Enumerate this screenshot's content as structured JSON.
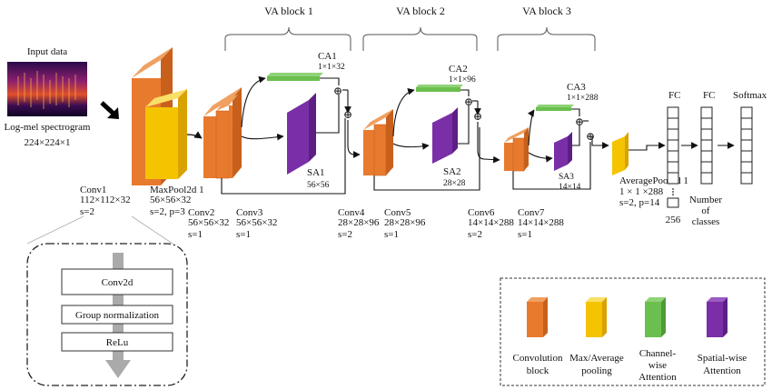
{
  "input": {
    "title": "Input data",
    "caption": "Log-mel spectrogram",
    "size": "224×224×1"
  },
  "blocks": {
    "b1": "VA block 1",
    "b2": "VA block 2",
    "b3": "VA block 3"
  },
  "layers": {
    "conv1": {
      "name": "Conv1",
      "shape": "112×112×32",
      "stride": "s=2"
    },
    "maxpool": {
      "name": "MaxPool2d 1",
      "shape": "56×56×32",
      "stride": "s=2, p=3"
    },
    "conv2": {
      "name": "Conv2",
      "shape": "56×56×32",
      "stride": "s=1"
    },
    "conv3": {
      "name": "Conv3",
      "shape": "56×56×32",
      "stride": "s=1"
    },
    "conv4": {
      "name": "Conv4",
      "shape": "28×28×96",
      "stride": "s=2"
    },
    "conv5": {
      "name": "Conv5",
      "shape": "28×28×96",
      "stride": "s=1"
    },
    "conv6": {
      "name": "Conv6",
      "shape": "14×14×288",
      "stride": "s=2"
    },
    "conv7": {
      "name": "Conv7",
      "shape": "14×14×288",
      "stride": "s=1"
    },
    "avgpool": {
      "name": "AveragePool2d 1",
      "shape": "1 × 1 ×288",
      "stride": "s=2, p=14"
    }
  },
  "attention": {
    "ca1": {
      "name": "CA1",
      "shape": "1×1×32"
    },
    "ca2": {
      "name": "CA2",
      "shape": "1×1×96"
    },
    "ca3": {
      "name": "CA3",
      "shape": "1×1×288"
    },
    "sa1": {
      "name": "SA1",
      "shape": "56×56"
    },
    "sa2": {
      "name": "SA2",
      "shape": "28×28"
    },
    "sa3": {
      "name": "SA3",
      "shape": "14×14"
    }
  },
  "plus": "⊕",
  "head": {
    "fc1": "FC",
    "fc2": "FC",
    "softmax": "Softmax",
    "fc1_size": "256",
    "number_of_classes": [
      "Number",
      "of",
      "classes"
    ]
  },
  "detail": {
    "conv2d": "Conv2d",
    "group_norm": "Group normalization",
    "relu": "ReLu"
  },
  "legend": {
    "conv": [
      "Convolution",
      "block"
    ],
    "pool": [
      "Max/Average",
      "pooling"
    ],
    "channel": [
      "Channel-",
      "wise",
      "Attention"
    ],
    "spatial": [
      "Spatial-wise",
      "Attention"
    ]
  },
  "colors": {
    "conv_front": "#E87A2E",
    "conv_side": "#C8601C",
    "conv_top": "#F0A060",
    "pool_front": "#F5C400",
    "pool_side": "#D9A200",
    "pool_top": "#FADF66",
    "ca_front": "#6BBF4F",
    "ca_top": "#8FD377",
    "sa_front": "#7A2FA8",
    "sa_side": "#5C1F83"
  }
}
